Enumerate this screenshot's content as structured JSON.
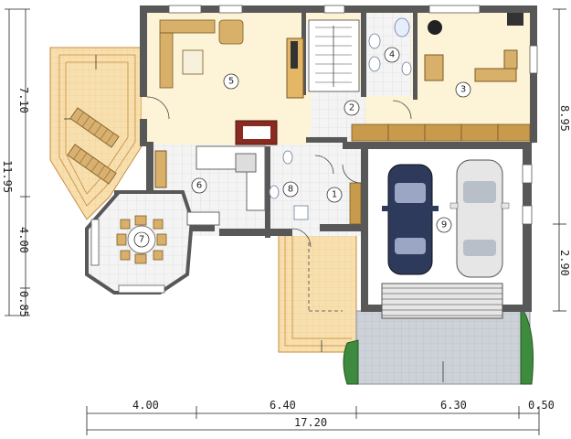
{
  "plan": {
    "rooms": [
      {
        "id": "1",
        "label": "1"
      },
      {
        "id": "2",
        "label": "2"
      },
      {
        "id": "3",
        "label": "3"
      },
      {
        "id": "4",
        "label": "4"
      },
      {
        "id": "5",
        "label": "5"
      },
      {
        "id": "6",
        "label": "6"
      },
      {
        "id": "7",
        "label": "7"
      },
      {
        "id": "8",
        "label": "8"
      },
      {
        "id": "9",
        "label": "9"
      }
    ],
    "dimensions": {
      "bottom_row": [
        "4.00",
        "6.40",
        "6.30",
        "0.50"
      ],
      "bottom_total": "17.20",
      "left_outer": "11.95",
      "left_a": "7.10",
      "left_b": "4.00",
      "left_c": "0.85",
      "right_a": "8.95",
      "right_b": "2.90"
    },
    "colors": {
      "wall": "#585858",
      "floor_main": "#fdf3d6",
      "floor_tile": "#f2f2f2",
      "terrace": "#f7dca8",
      "garage": "#ffffff",
      "paving": "#cfd3da",
      "hedge": "#3e8a3e",
      "sofa": "#d9b06a",
      "counter": "#c89a4b"
    }
  }
}
